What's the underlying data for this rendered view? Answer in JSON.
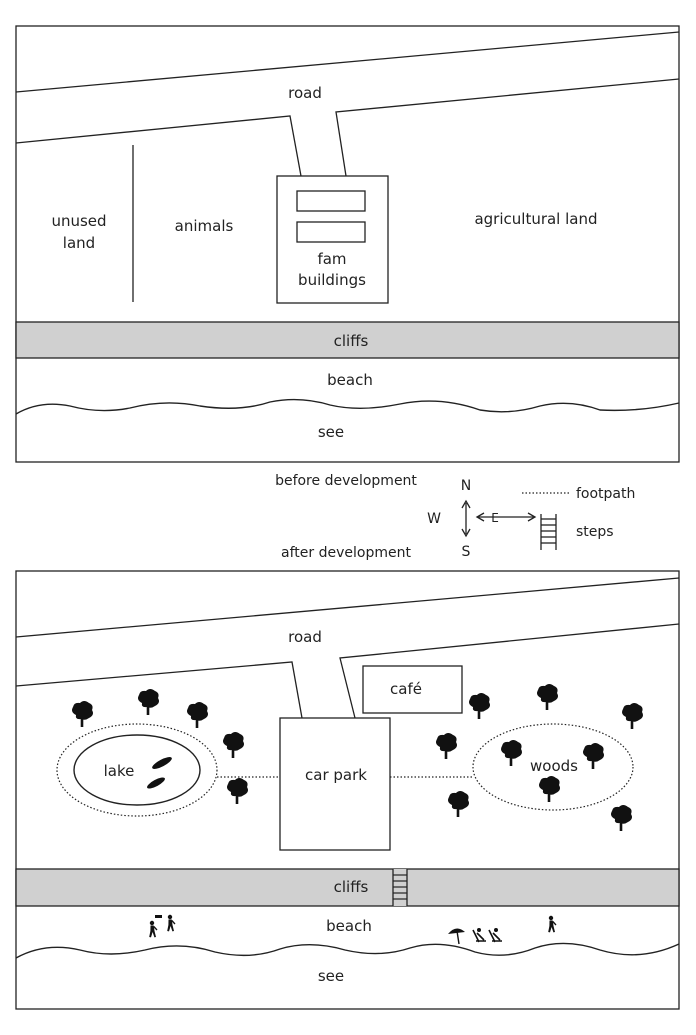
{
  "before": {
    "road": "road",
    "unused_land": [
      "unused",
      "land"
    ],
    "animals": "animals",
    "farm_buildings": [
      "fam",
      "buildings"
    ],
    "agricultural_land": "agricultural land",
    "cliffs": "cliffs",
    "beach": "beach",
    "sea": "see"
  },
  "captions": {
    "before": "before development",
    "after": "after development"
  },
  "legend": {
    "north": "N",
    "south": "S",
    "west": "W",
    "east": "E",
    "footpath": "footpath",
    "steps": "steps"
  },
  "after": {
    "road": "road",
    "cafe": "café",
    "lake": "lake",
    "car_park": "car park",
    "woods": "woods",
    "cliffs": "cliffs",
    "beach": "beach",
    "sea": "see"
  },
  "icons": {
    "tree": "tree-icon",
    "boat": "boat-icon",
    "person": "person-icon",
    "umbrella": "beach-umbrella-icon",
    "deckchair": "deckchair-icon",
    "steps": "steps-icon"
  },
  "colors": {
    "cliffs_fill": "#d0d0d0",
    "line": "#222222"
  }
}
